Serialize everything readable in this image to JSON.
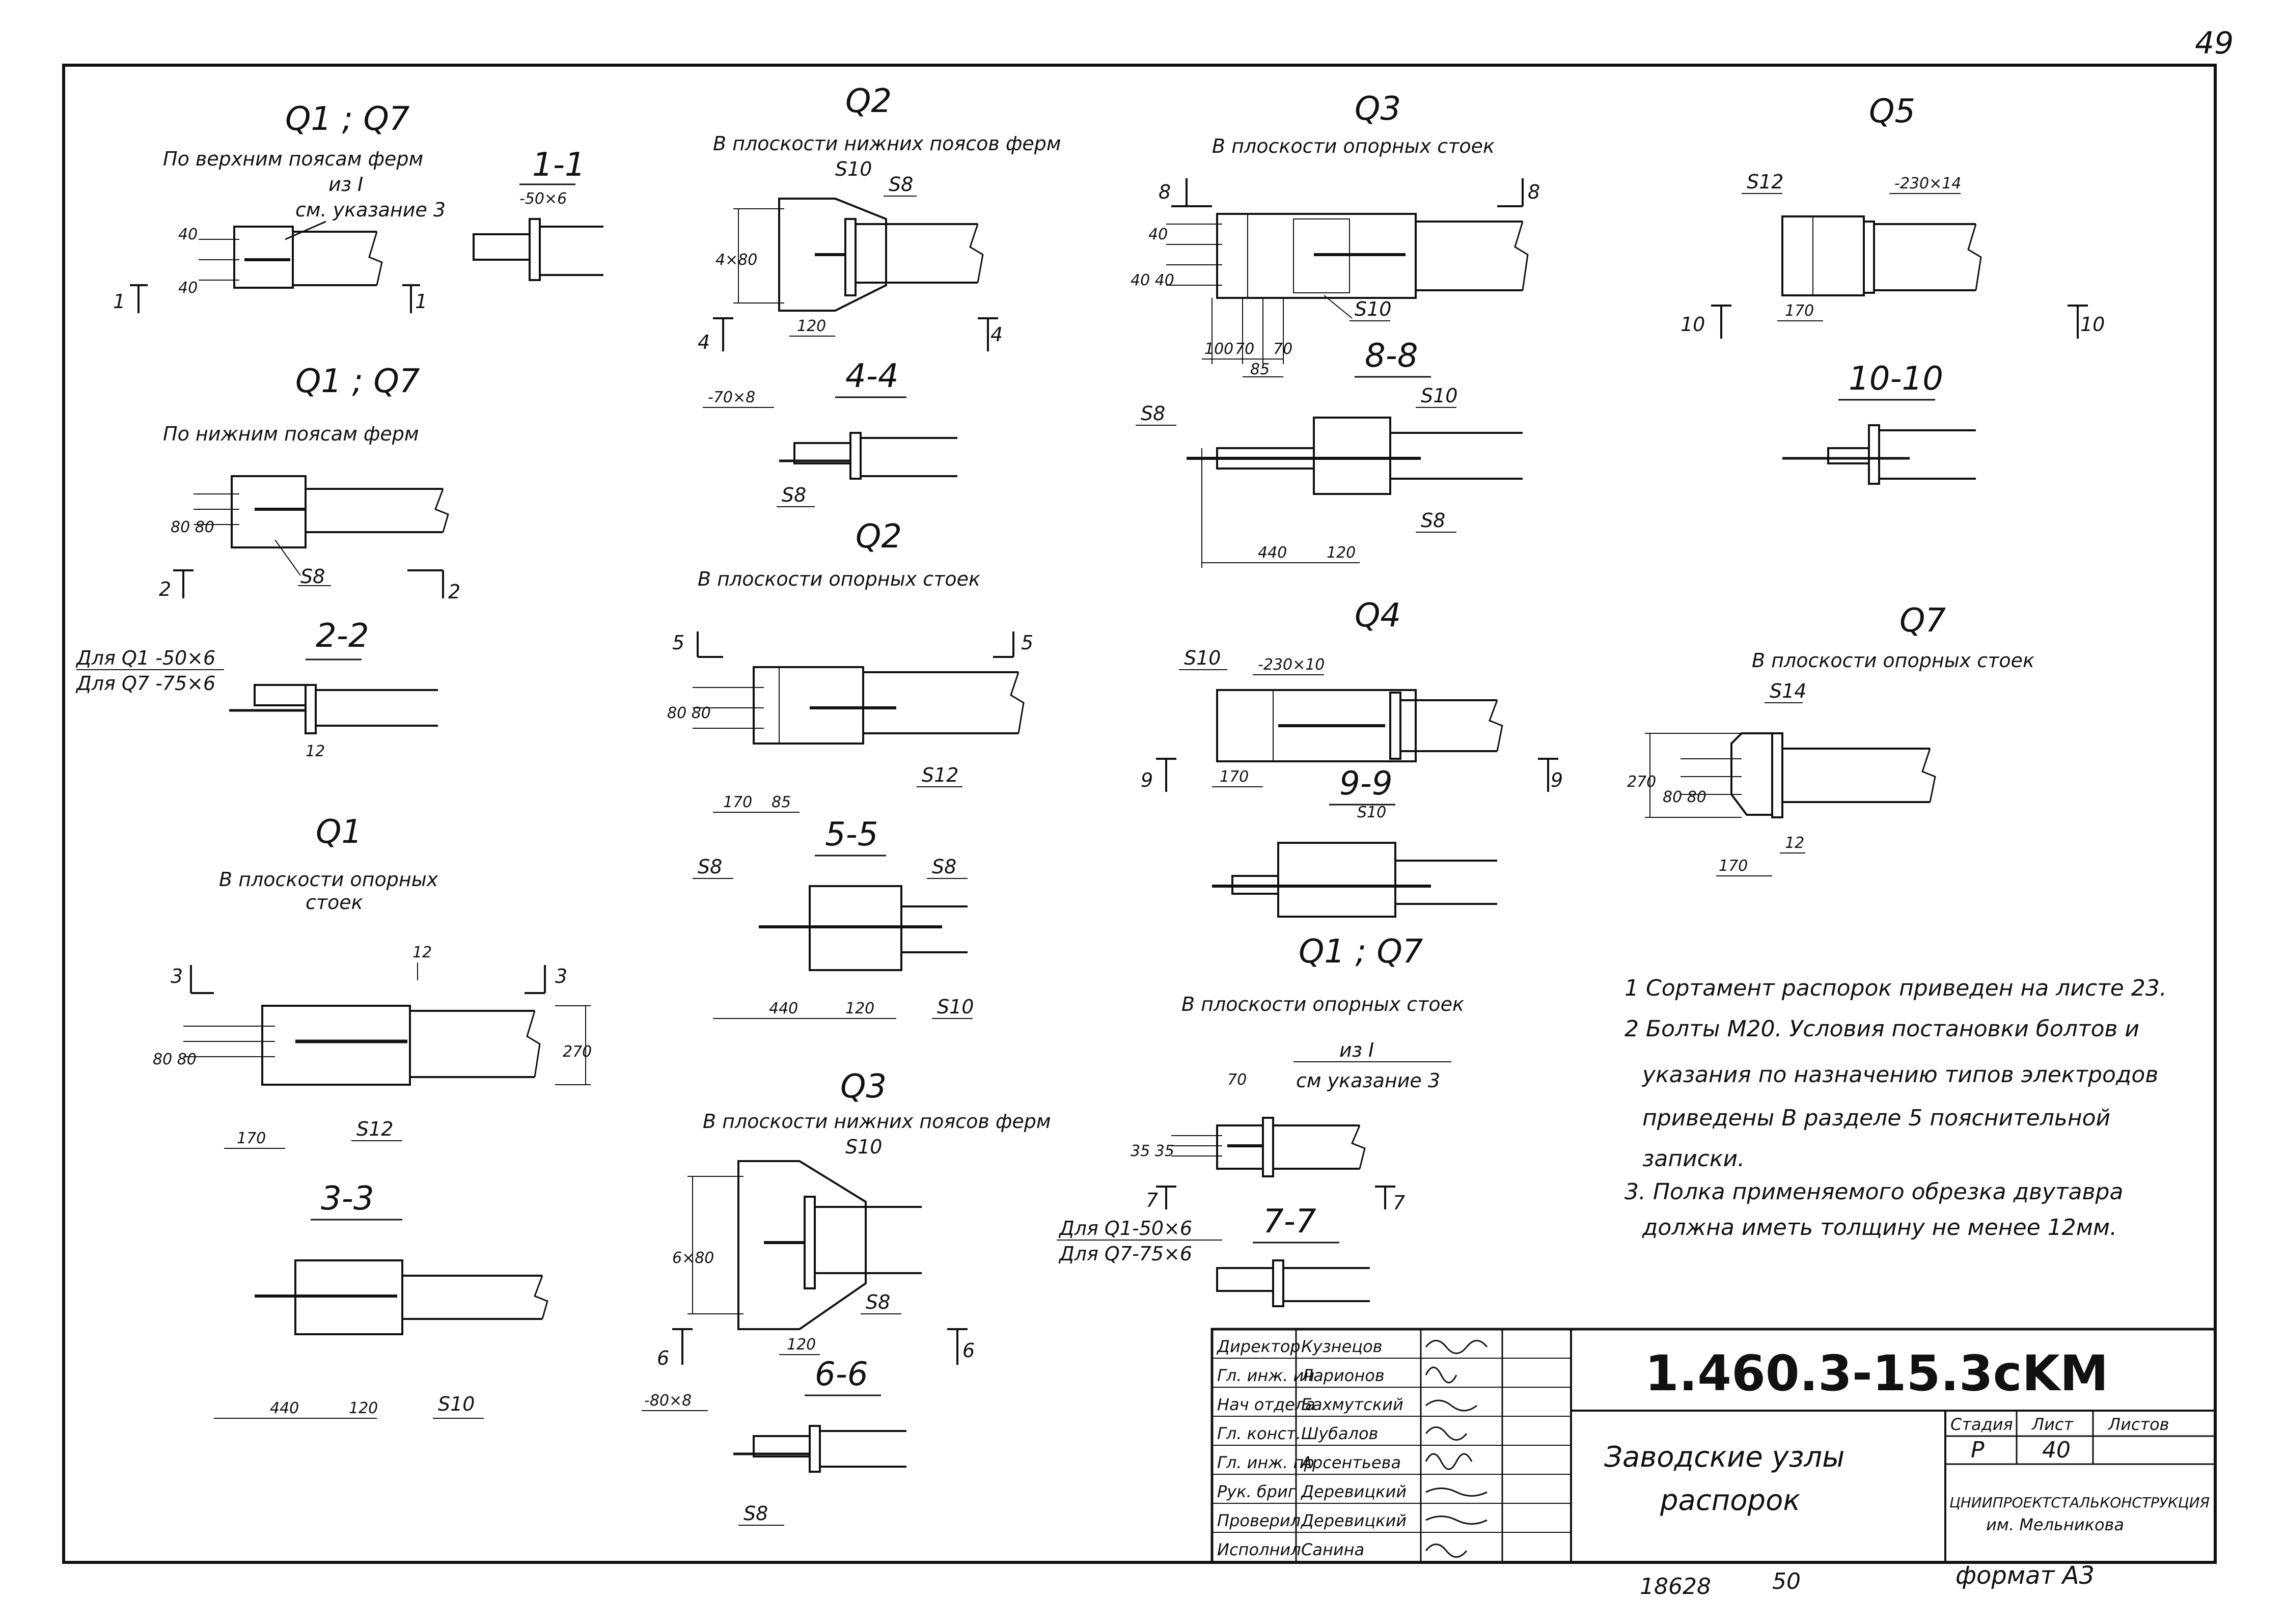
{
  "sheet_corner": "49",
  "views": {
    "a1a7_top": {
      "title": "Q1 ; Q7",
      "subtitle": "По верхним поясам ферм",
      "note_a": "из I",
      "note_b": "см. указание 3",
      "dims": [
        "40",
        "40"
      ],
      "marks": [
        "1",
        "1"
      ]
    },
    "sec_1_1": {
      "title": "1-1",
      "label": "-50×6"
    },
    "a1a7_bottom": {
      "title": "Q1 ; Q7",
      "subtitle": "По нижним поясам ферм",
      "dims": [
        "80 80"
      ],
      "weld": "S8",
      "marks": [
        "2",
        "2"
      ]
    },
    "sec_2_2": {
      "title": "2-2",
      "note_a": "Для Q1 -50×6",
      "note_b": "Для Q7 -75×6",
      "dim": "12"
    },
    "a1_support": {
      "title": "Q1",
      "subtitle_1": "В плоскости опорных",
      "subtitle_2": "стоек",
      "dims": [
        "80 80",
        "270",
        "12",
        "170"
      ],
      "weld": "S12",
      "marks": [
        "3",
        "3"
      ]
    },
    "sec_3_3": {
      "title": "3-3",
      "dims": [
        "440",
        "120"
      ],
      "weld": "S10"
    },
    "a2_bottom": {
      "title": "Q2",
      "subtitle": "В плоскости нижних поясов ферм",
      "welds": [
        "S10",
        "S8"
      ],
      "dims": [
        "4×80",
        "120"
      ],
      "marks": [
        "4",
        "4"
      ]
    },
    "sec_4_4": {
      "title": "4-4",
      "label": "-70×8",
      "weld": "S8"
    },
    "a2_support": {
      "title": "Q2",
      "subtitle": "В плоскости опорных стоек",
      "dims": [
        "80 80",
        "170",
        "85"
      ],
      "weld": "S12",
      "marks": [
        "5",
        "5"
      ]
    },
    "sec_5_5": {
      "title": "5-5",
      "welds": [
        "S8",
        "S8"
      ],
      "dims": [
        "440",
        "120"
      ],
      "weld2": "S10"
    },
    "a3_bottom": {
      "title": "Q3",
      "subtitle": "В плоскости нижних поясов ферм",
      "weld": "S10",
      "dims": [
        "6×80",
        "120"
      ],
      "weld2": "S8",
      "marks": [
        "6",
        "6"
      ]
    },
    "sec_6_6": {
      "title": "6-6",
      "label": "-80×8",
      "weld": "S8"
    },
    "a3_support": {
      "title": "Q3",
      "subtitle": "В плоскости опорных стоек",
      "dims": [
        "40 40",
        "40",
        "100",
        "70",
        "70",
        "85"
      ],
      "weld": "S10",
      "marks": [
        "8",
        "8"
      ]
    },
    "sec_8_8": {
      "title": "8-8",
      "welds": [
        "S8",
        "S10",
        "S8"
      ],
      "dims": [
        "440",
        "120"
      ]
    },
    "a4": {
      "title": "Q4",
      "weld": "S10",
      "label": "-230×10",
      "dim": "170",
      "marks": [
        "9",
        "9"
      ]
    },
    "sec_9_9": {
      "title": "9-9",
      "weld": "S10"
    },
    "a1a7_support": {
      "title": "Q1 ; Q7",
      "subtitle": "В плоскости опорных стоек",
      "note_a": "из I",
      "note_b": "см указание 3",
      "dims": [
        "70",
        "35 35"
      ],
      "marks": [
        "7",
        "7"
      ]
    },
    "sec_7_7": {
      "title": "7-7",
      "note_a": "Для Q1-50×6",
      "note_b": "Для Q7-75×6"
    },
    "a5": {
      "title": "Q5",
      "weld": "S12",
      "label": "-230×14",
      "dim": "170",
      "marks": [
        "10",
        "10"
      ]
    },
    "sec_10_10": {
      "title": "10-10"
    },
    "a7": {
      "title": "Q7",
      "subtitle": "В плоскости опорных стоек",
      "weld": "S14",
      "dims": [
        "270",
        "80 80",
        "170",
        "12"
      ]
    }
  },
  "notes": [
    "1 Сортамент распорок приведен на листе 23.",
    "2 Болты М20. Условия постановки болтов и",
    "указания по назначению типов электродов",
    "приведены  В разделе 5 пояснительной",
    "записки.",
    "3. Полка применяемого обрезка двутавра",
    "должна иметь толщину не менее 12мм."
  ],
  "title_block": {
    "signatures": [
      {
        "role": "Директор",
        "name": "Кузнецов"
      },
      {
        "role": "Гл. инж. ин",
        "name": "Ларионов"
      },
      {
        "role": "Нач отдела",
        "name": "Бахмутский"
      },
      {
        "role": "Гл. конст.",
        "name": "Шубалов"
      },
      {
        "role": "Гл. инж. пр",
        "name": "Арсентьева"
      },
      {
        "role": "Рук. бриг",
        "name": "Деревицкий"
      },
      {
        "role": "Проверил",
        "name": "Деревицкий"
      },
      {
        "role": "Исполнил",
        "name": "Санина"
      }
    ],
    "code": "1.460.3-15.3cKM",
    "drawing_title_1": "Заводские узлы",
    "drawing_title_2": "распорок",
    "stage_label": "Стадия",
    "sheet_label": "Лист",
    "sheets_label": "Листов",
    "stage": "Р",
    "sheet": "40",
    "org_1": "ЦНИИПРОЕКТСТАЛЬКОНСТРУКЦИЯ",
    "org_2": "им. Мельникова",
    "archive_no": "18628",
    "archive_sub": "50",
    "format": "формат А3"
  }
}
